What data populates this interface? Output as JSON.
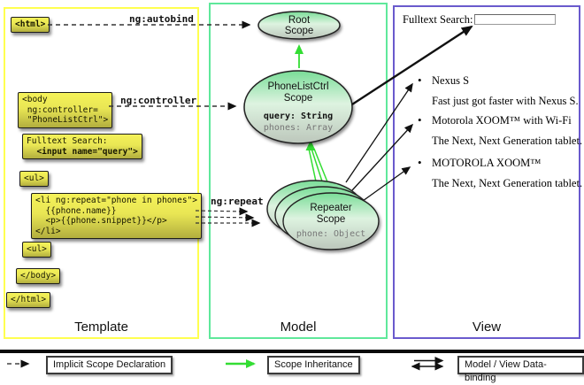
{
  "panels": {
    "template": {
      "title": "Template"
    },
    "model": {
      "title": "Model"
    },
    "view": {
      "title": "View"
    }
  },
  "template_code": {
    "html_open": "<html>",
    "body_open": "<body\n ng:controller=\n \"PhoneListCtrl\">",
    "fulltext_label": "Fulltext Search:",
    "fulltext_input": "<input name=\"query\">",
    "ul_open": "<ul>",
    "li_block": "<li ng:repeat=\"phone in phones\">\n  {{phone.name}}\n  <p>{{phone.snippet}}</p>\n</li>",
    "ul_close": "<ul>",
    "body_close": "</body>",
    "html_close": "</html>"
  },
  "edge_labels": {
    "autobind": "ng:autobind",
    "controller": "ng:controller",
    "repeat": "ng:repeat"
  },
  "model_nodes": {
    "root": {
      "line1": "Root",
      "line2": "Scope"
    },
    "phonelist": {
      "line1": "PhoneListCtrl",
      "line2": "Scope",
      "prop1": "query: String",
      "prop2": "phones: Array"
    },
    "repeater": {
      "line1": "Repeater",
      "line2": "Scope",
      "prop1": "phone: Object"
    }
  },
  "view": {
    "search_label": "Fulltext Search:",
    "search_value": "",
    "bullet_glyph": "•",
    "items": [
      {
        "title": "Nexus S",
        "desc": "Fast just got faster with Nexus S."
      },
      {
        "title": "Motorola XOOM™  with Wi-Fi",
        "desc": "The Next, Next Generation tablet."
      },
      {
        "title": "MOTOROLA XOOM™",
        "desc": "The Next, Next Generation tablet."
      }
    ]
  },
  "legend": {
    "implicit": "Implicit Scope Declaration",
    "inheritance": "Scope Inheritance",
    "binding": "Model / View Data-binding"
  },
  "colors": {
    "template_border": "#ffff4f",
    "model_border": "#5fe89b",
    "view_border": "#6a5acd",
    "code_box_top": "#f5f259",
    "code_box_bottom": "#b2ae3e",
    "scope_fill_top": "#79dd97",
    "scope_fill_bottom": "#bcc6bb",
    "arrow_green": "#33dd33",
    "arrow_black": "#111111",
    "muted_text": "#777777"
  }
}
